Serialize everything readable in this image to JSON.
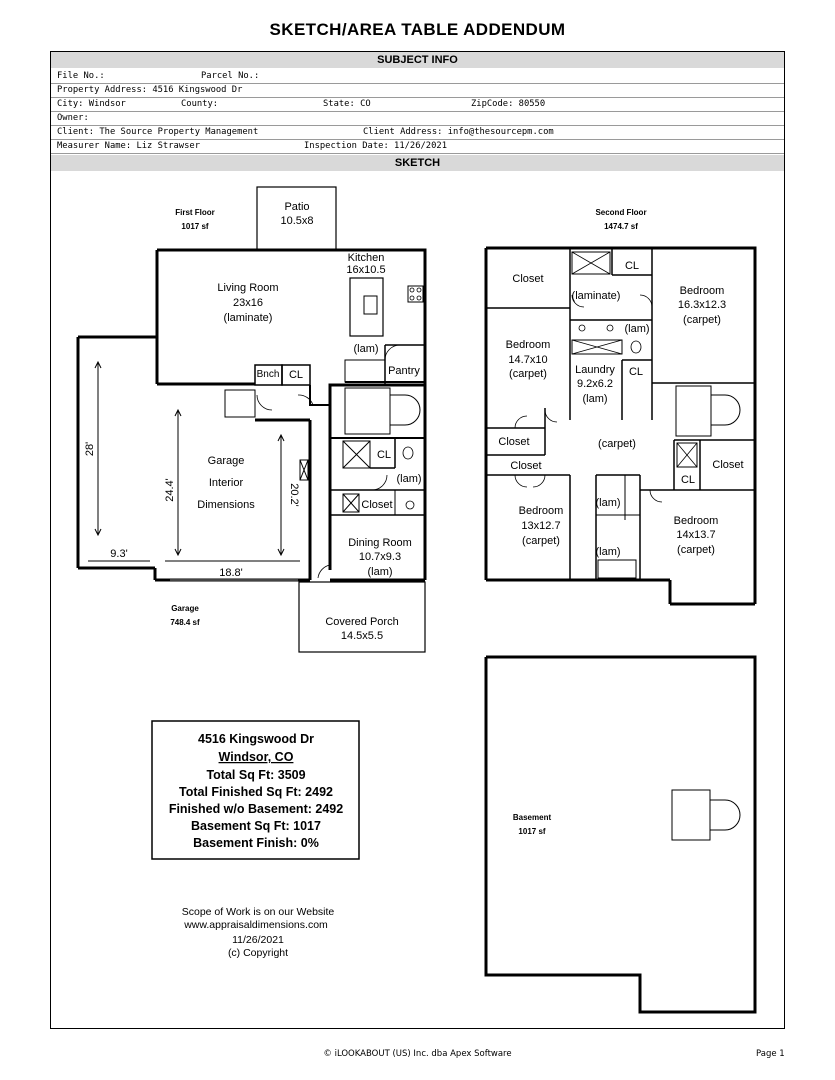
{
  "title": "SKETCH/AREA TABLE ADDENDUM",
  "subject_info": {
    "header": "SUBJECT INFO",
    "file_no": "File No.:",
    "parcel_no": "Parcel No.:",
    "property_address": "Property Address: 4516 Kingswood Dr",
    "city": "City: Windsor",
    "county": "County:",
    "state": "State: CO",
    "zipcode": "ZipCode: 80550",
    "owner": "Owner:",
    "client": "Client: The Source Property Management",
    "client_address": "Client Address: info@thesourcepm.com",
    "measurer": "Measurer Name: Liz Strawser",
    "inspection_date": "Inspection Date: 11/26/2021"
  },
  "sketch_header": "SKETCH",
  "floors": {
    "first": {
      "name": "First Floor",
      "area": "1017 sf"
    },
    "second": {
      "name": "Second Floor",
      "area": "1474.7 sf"
    },
    "garage": {
      "name": "Garage",
      "area": "748.4 sf"
    },
    "basement": {
      "name": "Basement",
      "area": "1017 sf"
    }
  },
  "first_floor_rooms": {
    "patio": "Patio",
    "patio_dim": "10.5x8",
    "kitchen": "Kitchen",
    "kitchen_dim": "16x10.5",
    "living": "Living Room",
    "living_dim": "23x16",
    "living_floor": "(laminate)",
    "lam1": "(lam)",
    "pantry": "Pantry",
    "bnch": "Bnch",
    "cl1": "CL",
    "cl2": "CL",
    "lam2": "(lam)",
    "closet": "Closet",
    "dining": "Dining Room",
    "dining_dim": "10.7x9.3",
    "dining_floor": "(lam)",
    "porch": "Covered Porch",
    "porch_dim": "14.5x5.5"
  },
  "garage_rooms": {
    "label1": "Garage",
    "label2": "Interior",
    "label3": "Dimensions",
    "dim_28": "28'",
    "dim_244": "24.4'",
    "dim_202": "20.2'",
    "dim_93": "9.3'",
    "dim_188": "18.8'"
  },
  "second_floor_rooms": {
    "closet_tl": "Closet",
    "laminate": "(laminate)",
    "cl_top": "CL",
    "bed1": "Bedroom",
    "bed1_dim": "16.3x12.3",
    "bed1_floor": "(carpet)",
    "lam_bath": "(lam)",
    "bed2": "Bedroom",
    "bed2_dim": "14.7x10",
    "bed2_floor": "(carpet)",
    "laundry": "Laundry",
    "laundry_dim": "9.2x6.2",
    "laundry_floor": "(lam)",
    "cl_mid": "CL",
    "closet_left": "Closet",
    "hall": "(carpet)",
    "closet_left2": "Closet",
    "closet_right": "Closet",
    "cl_right": "CL",
    "lam_b1": "(lam)",
    "lam_b2": "(lam)",
    "bed3": "Bedroom",
    "bed3_dim": "13x12.7",
    "bed3_floor": "(carpet)",
    "bed4": "Bedroom",
    "bed4_dim": "14x13.7",
    "bed4_floor": "(carpet)"
  },
  "summary": {
    "address": "4516 Kingswood Dr",
    "city": "Windsor, CO",
    "total_sqft": "Total Sq Ft: 3509",
    "total_finished": "Total Finished Sq Ft: 2492",
    "finished_wo_basement": "Finished w/o Basement: 2492",
    "basement_sqft": "Basement Sq Ft: 1017",
    "basement_finish": "Basement Finish: 0%"
  },
  "scope": {
    "line1": "Scope of Work is on our Website",
    "line2": "www.appraisaldimensions.com",
    "line3": "11/26/2021",
    "line4": "(c) Copyright"
  },
  "footer": {
    "copyright": "© iLOOKABOUT (US) Inc. dba Apex Software",
    "page": "Page 1"
  }
}
